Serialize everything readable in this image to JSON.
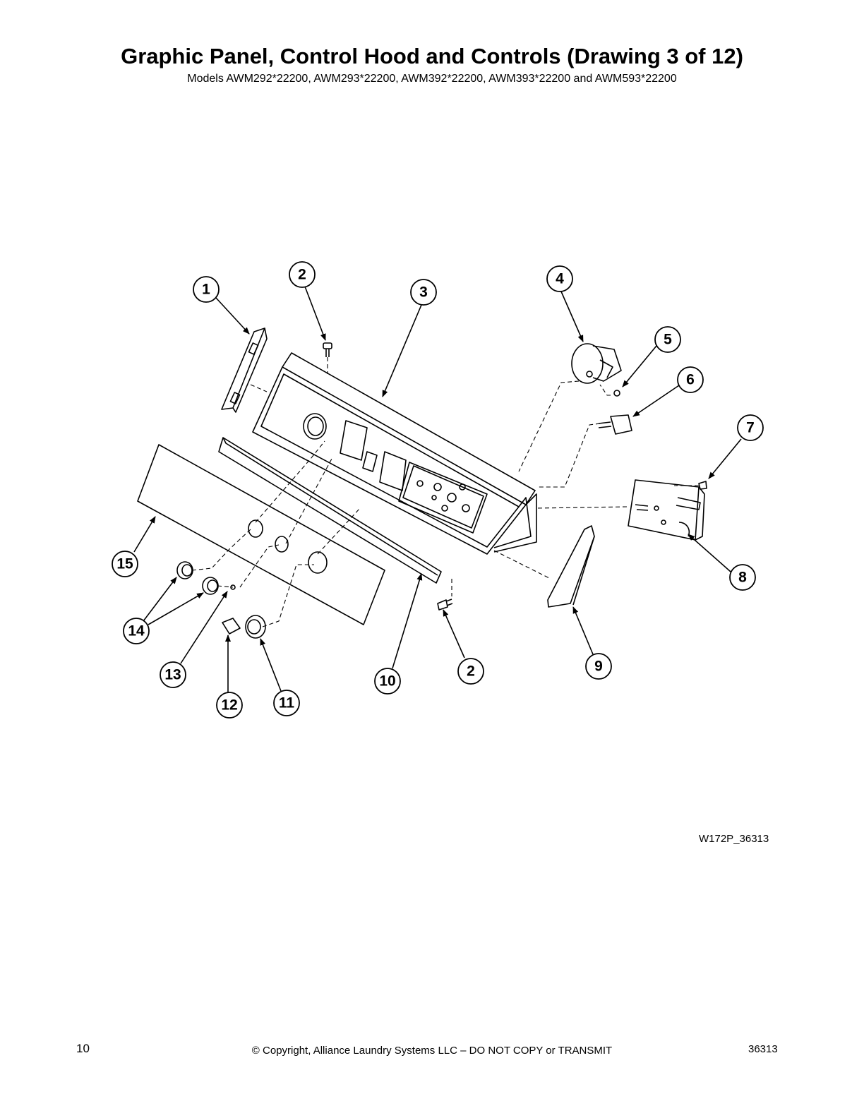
{
  "page": {
    "title": "Graphic Panel, Control Hood and Controls (Drawing 3 of 12)",
    "subtitle": "Models AWM292*22200, AWM293*22200, AWM392*22200, AWM393*22200 and AWM593*22200",
    "figure_id": "W172P_36313",
    "page_number": "10",
    "copyright": "© Copyright, Alliance Laundry Systems LLC – DO NOT COPY or TRANSMIT",
    "document_number": "36313"
  },
  "callouts": [
    {
      "label": "1"
    },
    {
      "label": "2"
    },
    {
      "label": "3"
    },
    {
      "label": "4"
    },
    {
      "label": "5"
    },
    {
      "label": "6"
    },
    {
      "label": "7"
    },
    {
      "label": "8"
    },
    {
      "label": "9"
    },
    {
      "label": "10"
    },
    {
      "label": "2"
    },
    {
      "label": "11"
    },
    {
      "label": "12"
    },
    {
      "label": "13"
    },
    {
      "label": "14"
    },
    {
      "label": "15"
    }
  ]
}
